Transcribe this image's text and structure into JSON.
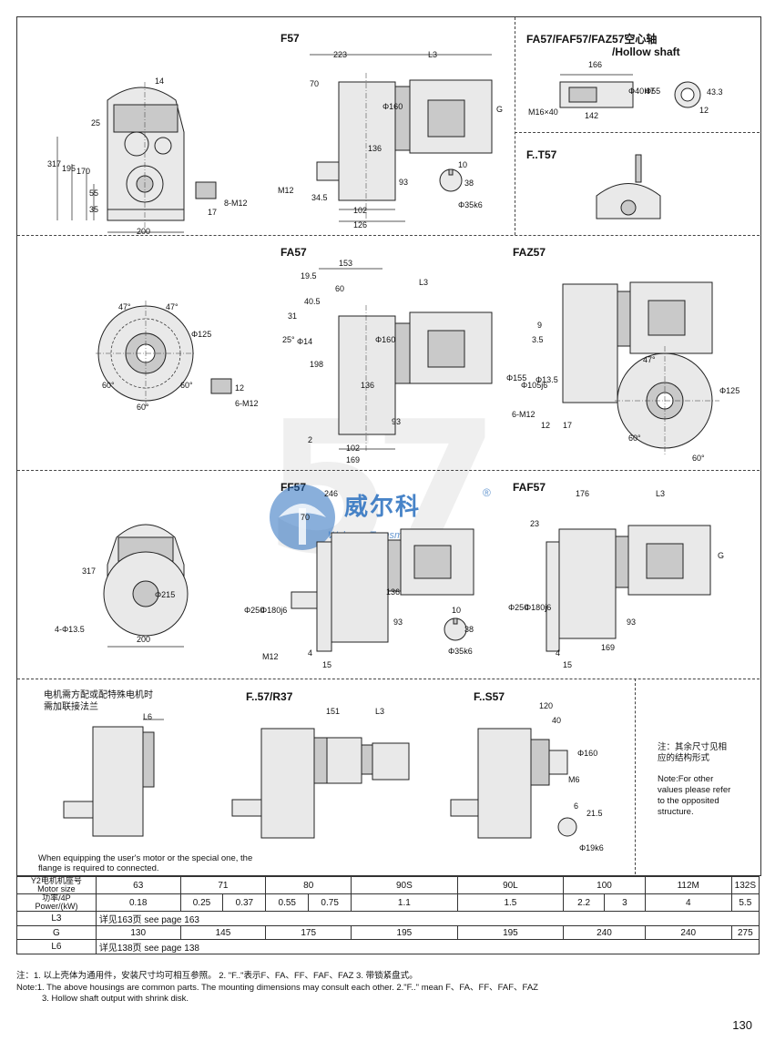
{
  "sections": {
    "f57": "F57",
    "hollow_shaft": "FA57/FAF57/FAZ57空心轴",
    "hollow_shaft_en": "/Hollow shaft",
    "ft57": "F..T57",
    "fa57": "FA57",
    "faz57": "FAZ57",
    "ff57": "FF57",
    "faf57": "FAF57",
    "flange_note_cn_1": "电机需方配或配特殊电机时",
    "flange_note_cn_2": "需加联接法兰",
    "fr37": "F..57/R37",
    "fs57": "F..S57",
    "flange_note_en": "When equipping the user's motor or the special one, the flange is required to connected.",
    "other_note_cn": "注：其余尺寸见相应的结构形式",
    "other_note_en": "Note:For other values please refer to the opposited structure."
  },
  "dims": {
    "f57_front": [
      "14",
      "25",
      "317",
      "195",
      "170",
      "55",
      "35",
      "200",
      "17",
      "8-M12"
    ],
    "f57_side": [
      "223",
      "L3",
      "70",
      "Φ160",
      "G",
      "136",
      "93",
      "M12",
      "34.5",
      "102",
      "126",
      "10",
      "38",
      "Φ35k6"
    ],
    "hollow": [
      "166",
      "M16×40",
      "142",
      "Φ40H7",
      "Φ55",
      "43.3",
      "12"
    ],
    "fa57_front": [
      "47°",
      "47°",
      "Φ125",
      "60°",
      "60°",
      "60°",
      "12",
      "6-M12"
    ],
    "fa57_side": [
      "153",
      "19.5",
      "60",
      "L3",
      "40.5",
      "31",
      "25°",
      "Φ14",
      "Φ160",
      "198",
      "136",
      "93",
      "2",
      "102",
      "169"
    ],
    "faz57": [
      "9",
      "3.5",
      "Φ155",
      "Φ105j6",
      "Φ13.5",
      "6-M12",
      "12",
      "17",
      "47°",
      "Φ125",
      "60°",
      "60°"
    ],
    "ff57_front": [
      "317",
      "Φ215",
      "4-Φ13.5",
      "200"
    ],
    "ff57_side": [
      "246",
      "70",
      "Φ250",
      "Φ180j6",
      "136",
      "93",
      "10",
      "38",
      "M12",
      "4",
      "15",
      "Φ35k6"
    ],
    "faf57": [
      "176",
      "L3",
      "23",
      "G",
      "Φ250",
      "Φ180j6",
      "93",
      "4",
      "169",
      "15"
    ],
    "flange": [
      "L6"
    ],
    "fr37": [
      "151",
      "L3"
    ],
    "fs57": [
      "120",
      "40",
      "Φ160",
      "M6",
      "6",
      "21.5",
      "Φ19k6"
    ]
  },
  "table": {
    "rows": [
      {
        "head": "Y2电机机座号",
        "head_en": "Motor size",
        "cells": [
          "63",
          "71",
          "80",
          "90S",
          "90L",
          "100",
          "112M",
          "132S"
        ]
      },
      {
        "head": "功率/4P",
        "head_en": "Power/(kW)",
        "cells": [
          "0.18",
          "0.25",
          "0.37",
          "0.55",
          "0.75",
          "1.1",
          "1.5",
          "2.2",
          "3",
          "4",
          "5.5"
        ]
      },
      {
        "head": "L3",
        "cells": [
          "详见163页   see page 163"
        ]
      },
      {
        "head": "G",
        "cells": [
          "130",
          "145",
          "175",
          "195",
          "195",
          "240",
          "240",
          "275"
        ]
      },
      {
        "head": "L6",
        "cells": [
          "详见138页   see page 138"
        ]
      }
    ]
  },
  "notes": {
    "cn": "注：1. 以上壳体为通用件，安装尺寸均可相互参照。   2. \"F..\"表示F、FA、FF、FAF、FAZ   3. 带锁紧盘式。",
    "en1": "Note:1. The above housings are common parts. The mounting dimensions may consult each other.  2.\"F..\" mean F、FA、FF、FAF、FAZ",
    "en2": "3. Hollow shaft output with shrink disk."
  },
  "watermark": {
    "number": "57",
    "brand_cn": "威尔科",
    "brand_en": "WelcomeTransmission",
    "reg": "®"
  },
  "page_number": "130"
}
